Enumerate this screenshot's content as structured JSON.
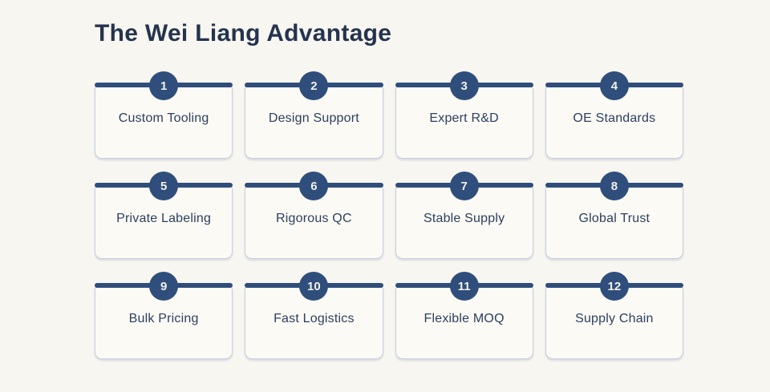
{
  "page": {
    "title": "The Wei Liang Advantage",
    "background_color": "#F8F6F0"
  },
  "colors": {
    "accent_navy": "#2F4E7B",
    "title_text": "#24344F",
    "label_text": "#2C405F",
    "badge_text": "#F3F1EA",
    "card_background": "#FBFAF5",
    "card_border": "#C9D1DE"
  },
  "advantages": [
    {
      "number": "1",
      "label": "Custom Tooling"
    },
    {
      "number": "2",
      "label": "Design Support"
    },
    {
      "number": "3",
      "label": "Expert R&D"
    },
    {
      "number": "4",
      "label": "OE Standards"
    },
    {
      "number": "5",
      "label": "Private Labeling"
    },
    {
      "number": "6",
      "label": "Rigorous QC"
    },
    {
      "number": "7",
      "label": "Stable Supply"
    },
    {
      "number": "8",
      "label": "Global Trust"
    },
    {
      "number": "9",
      "label": "Bulk Pricing"
    },
    {
      "number": "10",
      "label": "Fast Logistics"
    },
    {
      "number": "11",
      "label": "Flexible MOQ"
    },
    {
      "number": "12",
      "label": "Supply Chain"
    }
  ]
}
